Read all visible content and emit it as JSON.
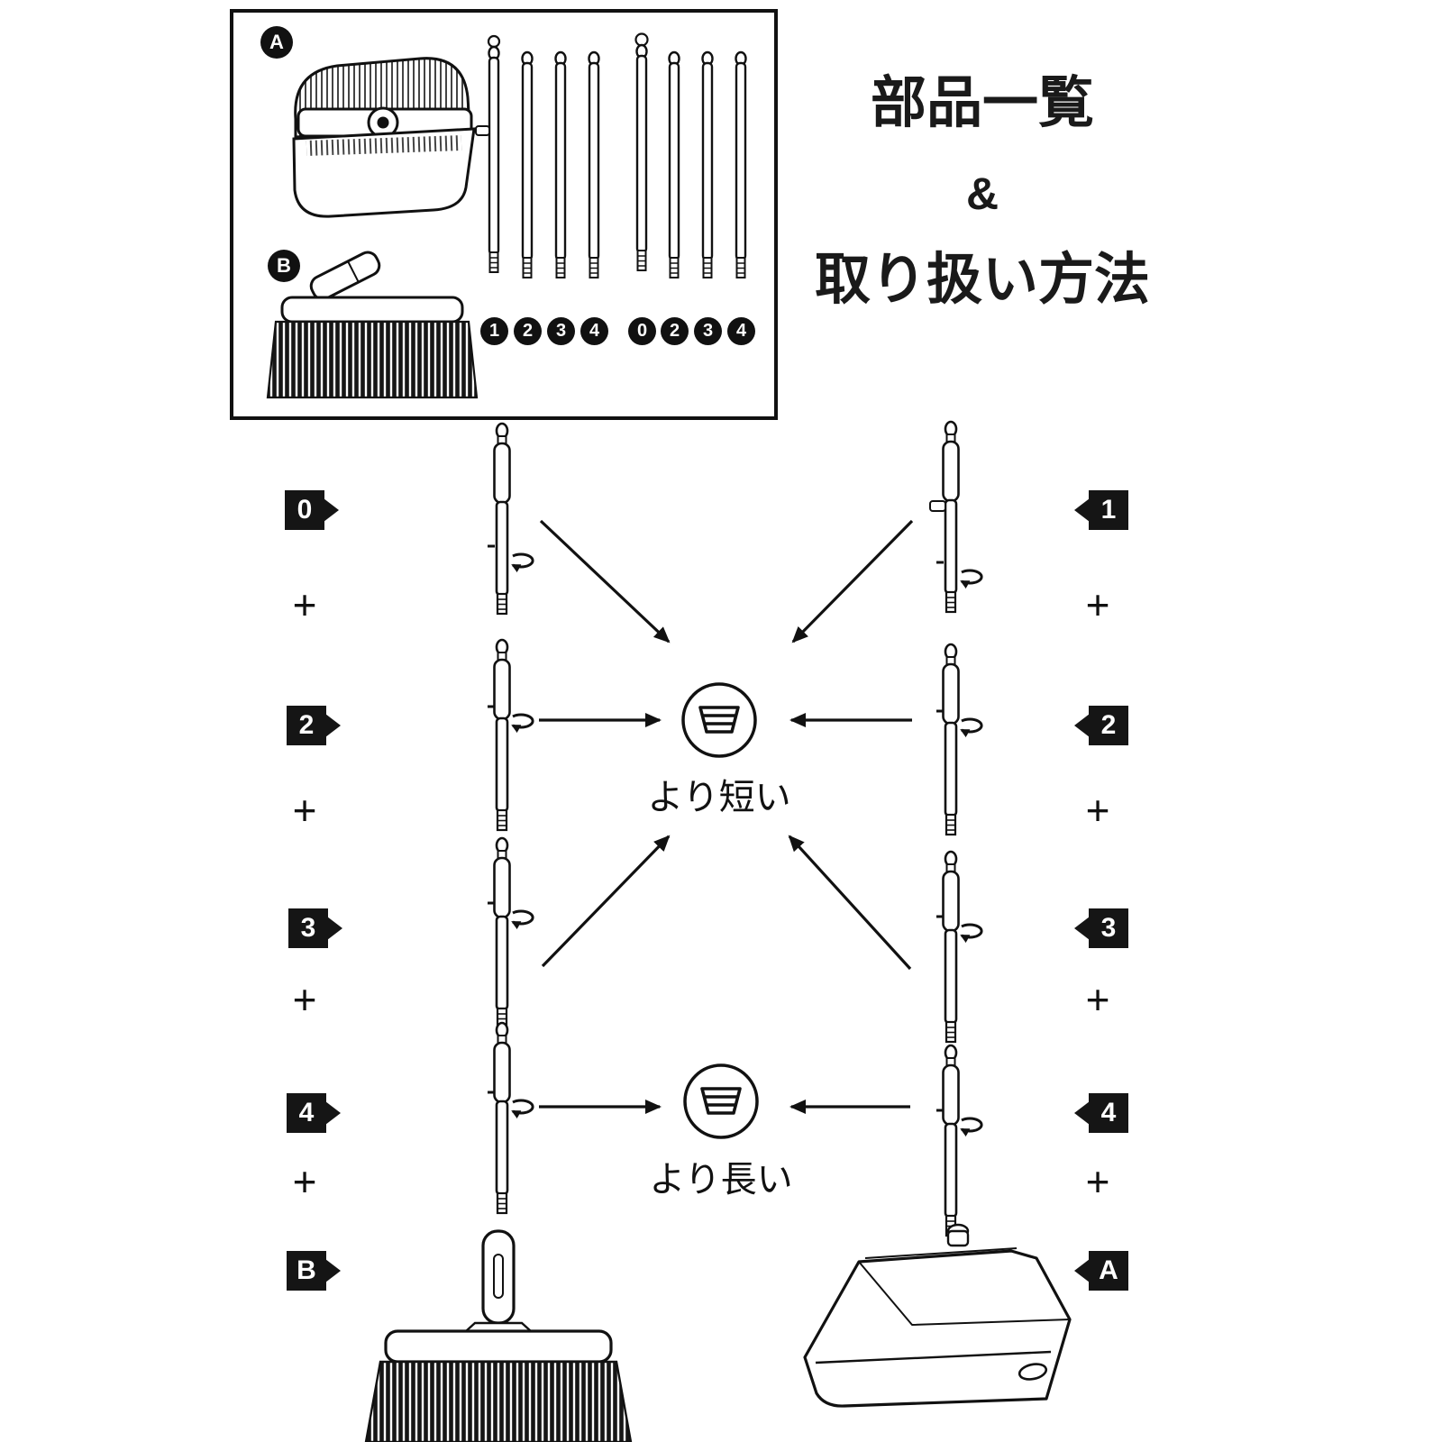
{
  "title": {
    "line1": "部品一覧",
    "line2": "&",
    "line3": "取り扱い方法"
  },
  "parts_box": {
    "part_a_label": "A",
    "part_b_label": "B",
    "rod_badges": [
      "1",
      "2",
      "3",
      "4",
      "0",
      "2",
      "3",
      "4"
    ]
  },
  "assembly": {
    "left_labels": [
      "0",
      "2",
      "3",
      "4",
      "B"
    ],
    "right_labels": [
      "1",
      "2",
      "3",
      "4",
      "A"
    ],
    "plus": "+",
    "result_short": "より短い",
    "result_long": "より長い"
  }
}
